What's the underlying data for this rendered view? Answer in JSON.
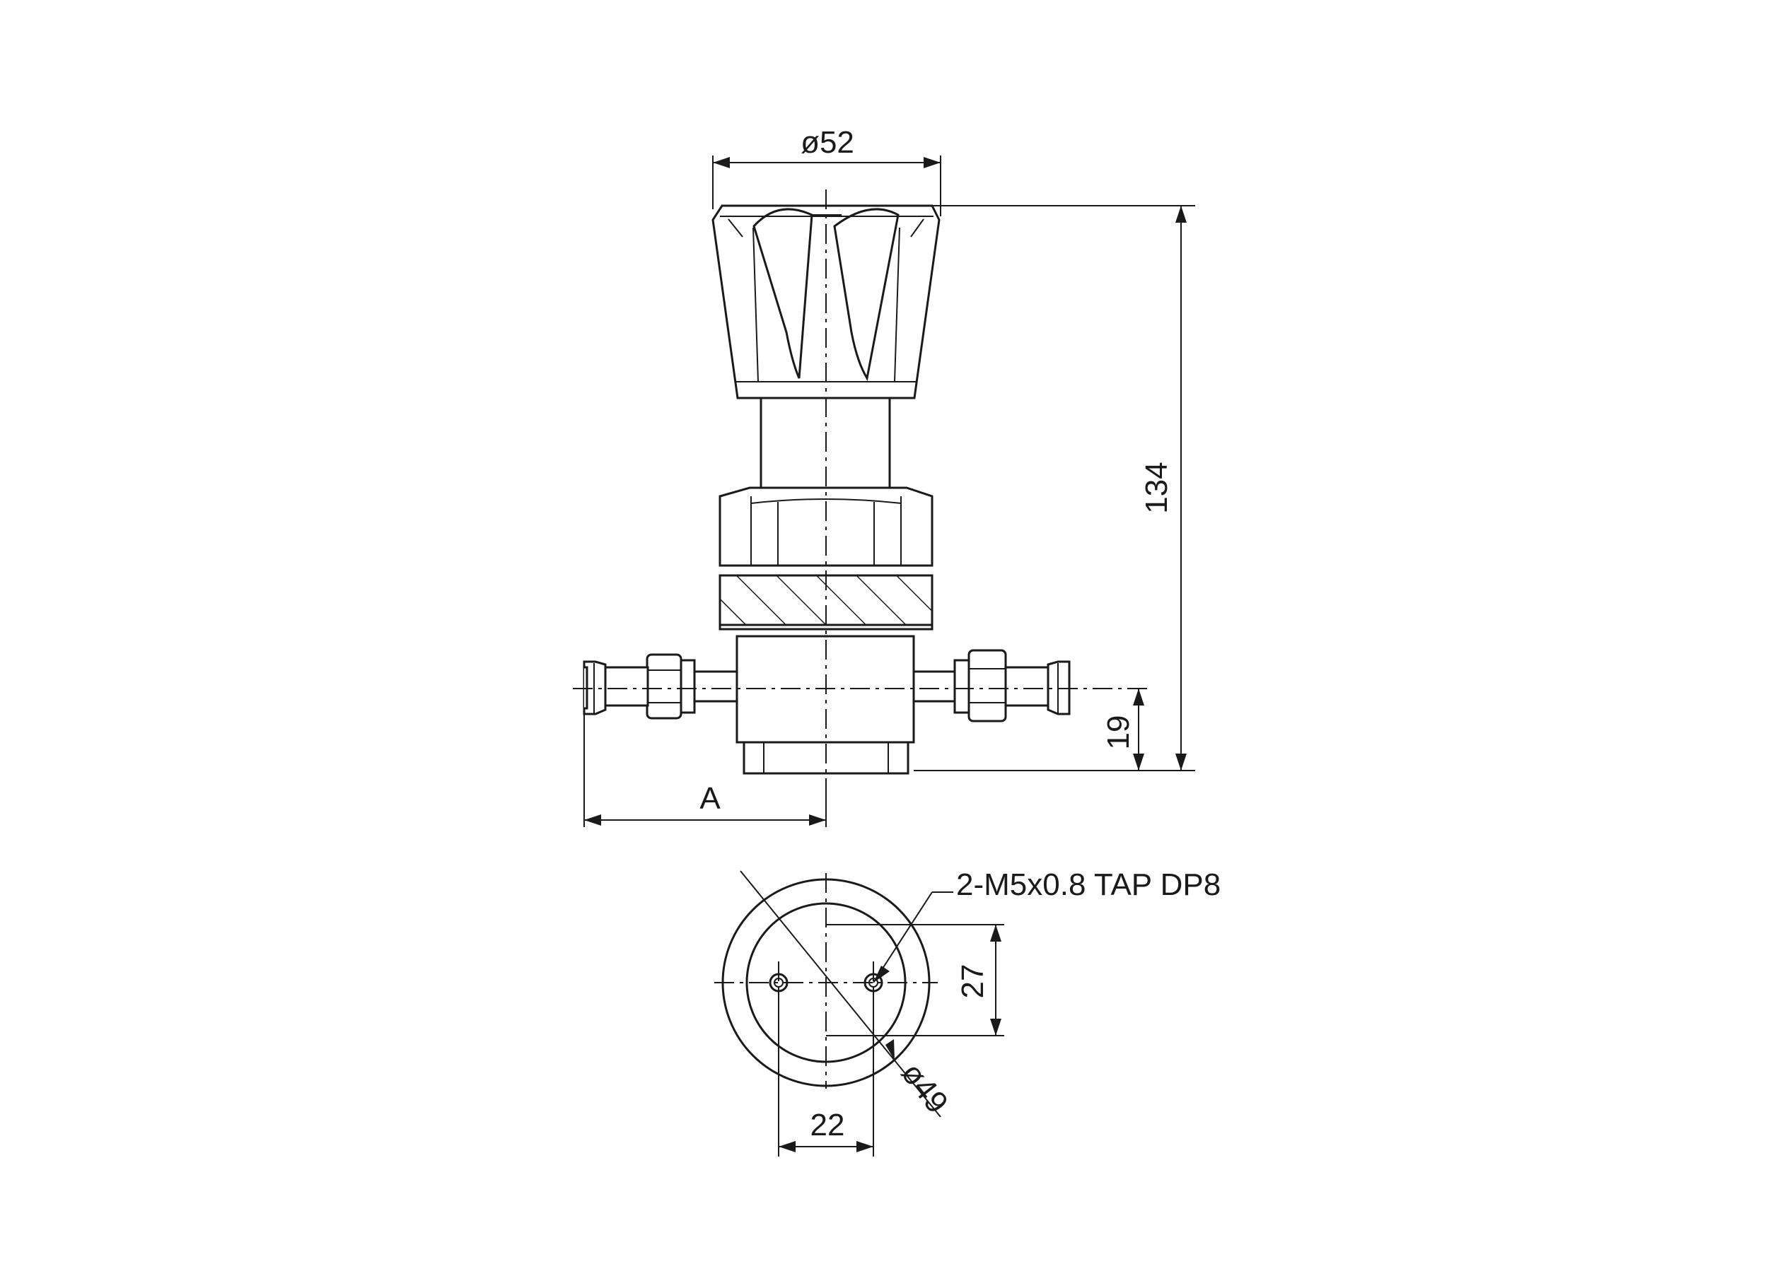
{
  "dimensions": {
    "knob_diameter": "ø52",
    "overall_height": "134",
    "port_height": "19",
    "port_offset": "A",
    "mount_tap": "2-M5x0.8 TAP DP8",
    "hole_spacing_vertical": "27",
    "hole_spacing_horizontal": "22",
    "base_diameter": "ø49"
  },
  "colors": {
    "line": "#1a1a1a",
    "background": "#ffffff"
  }
}
